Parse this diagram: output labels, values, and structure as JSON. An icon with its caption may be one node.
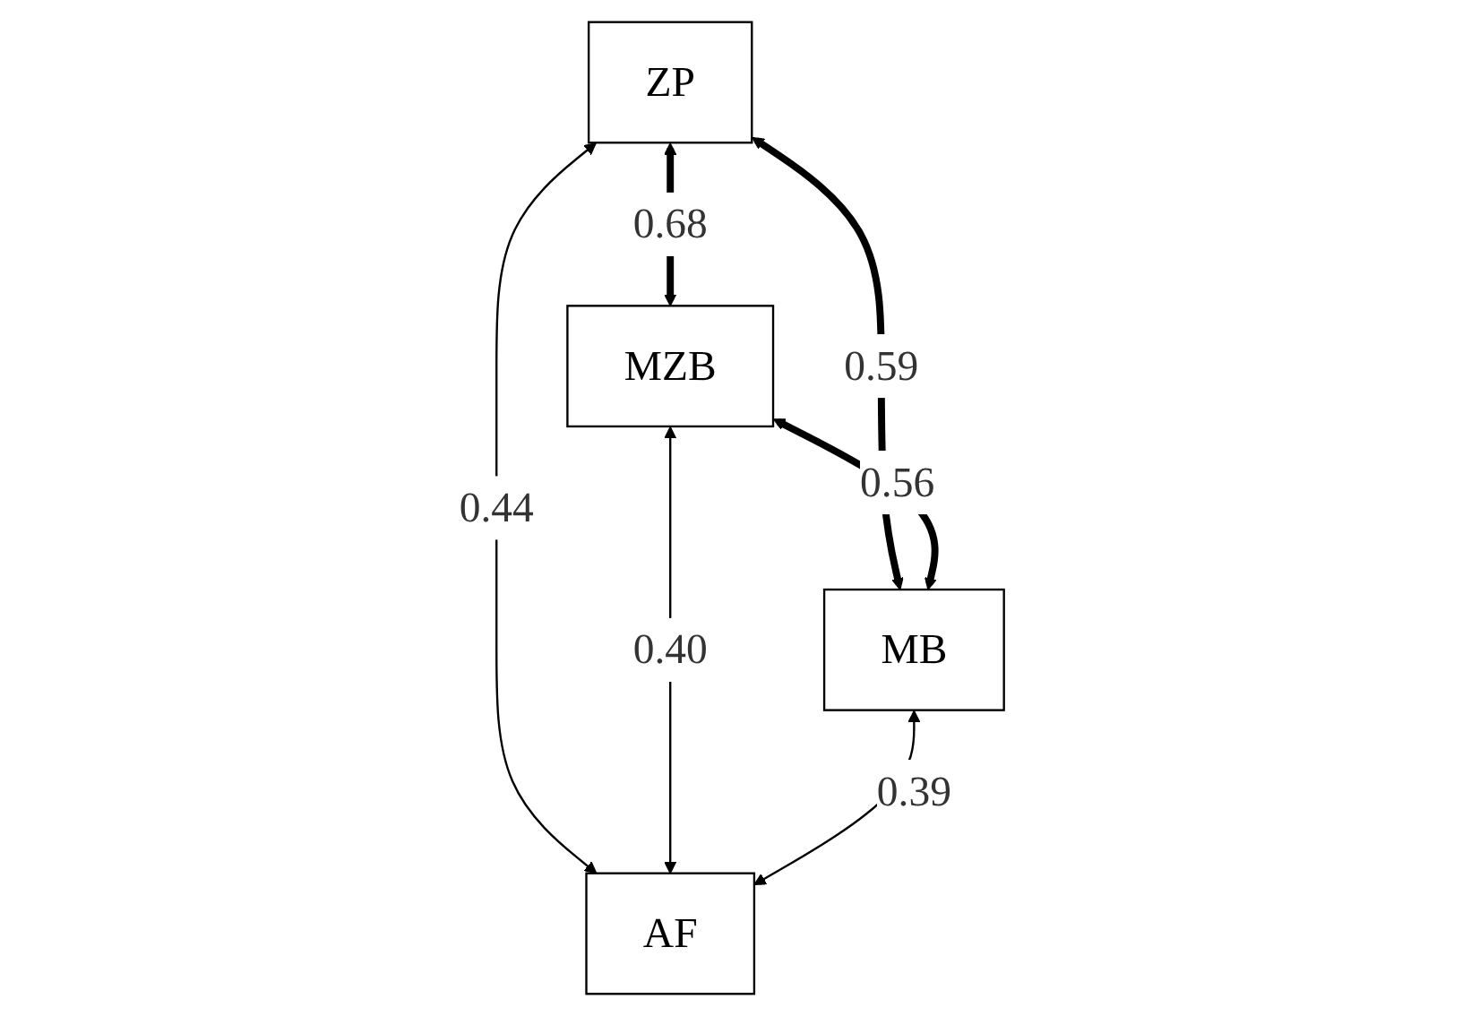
{
  "diagram": {
    "nodes": [
      {
        "text": [
          "ZP"
        ]
      },
      {
        "text": [
          "MZB"
        ]
      },
      {
        "text": [
          "MB"
        ]
      },
      {
        "text": [
          "AF"
        ]
      }
    ],
    "edges": [
      {
        "from": 0,
        "to": 1,
        "arrow": "both",
        "label": "0.68",
        "style": "thick"
      },
      {
        "from": 0,
        "to": 2,
        "arrow": "both",
        "label": "0.59",
        "style": "thick"
      },
      {
        "from": 1,
        "to": 2,
        "arrow": "both",
        "label": "0.56",
        "style": "thick"
      },
      {
        "from": 0,
        "to": 3,
        "arrow": "both",
        "label": "0.44"
      },
      {
        "from": 1,
        "to": 3,
        "arrow": "both",
        "label": "0.40"
      },
      {
        "from": 2,
        "to": 3,
        "arrow": "both",
        "label": "0.39"
      }
    ]
  }
}
